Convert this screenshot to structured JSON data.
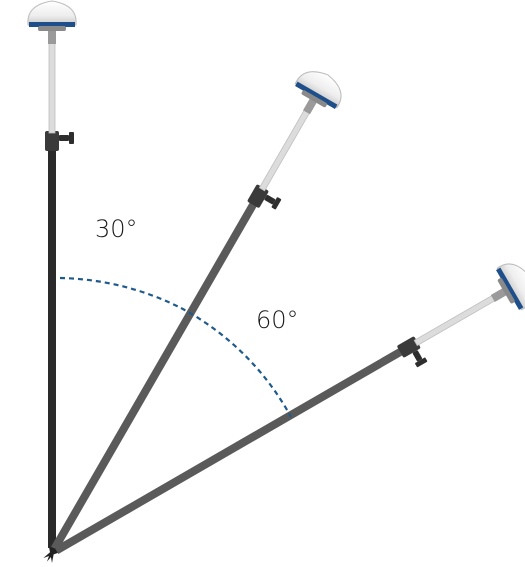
{
  "diagram": {
    "poles": [
      {
        "name": "pole-vertical",
        "tilt_deg": 0
      },
      {
        "name": "pole-tilted-30",
        "tilt_deg": 30
      },
      {
        "name": "pole-tilted-60",
        "tilt_deg": 60
      }
    ],
    "angles": [
      {
        "label": "30°",
        "from_deg": 0,
        "to_deg": 30
      },
      {
        "label": "60°",
        "from_deg": 30,
        "to_deg": 60
      }
    ],
    "colors": {
      "arc": "#1f5a8c",
      "pole_lower_vertical": "#2a2a2a",
      "pole_lower_tilted": "#5a5a5a",
      "pole_upper": "#dcdcdc",
      "receiver_body": "#f2f2f2",
      "receiver_band": "#1e4f8a"
    }
  }
}
